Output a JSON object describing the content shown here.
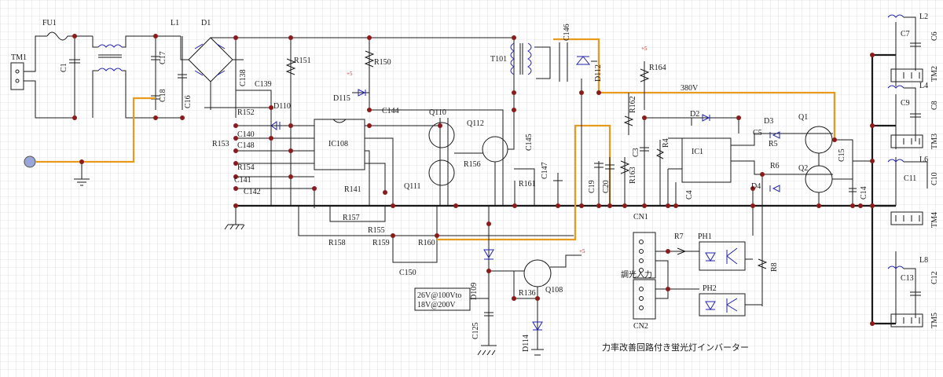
{
  "diagram": {
    "title": "力率改善回路付き蛍光灯インバーター",
    "note_lines": [
      "26V@100Vto",
      "18V@200V"
    ],
    "rail_label": "380V",
    "supply_markers": [
      "+5",
      "+5",
      "+5"
    ],
    "labels": {
      "TM1": "TM1",
      "FU1": "FU1",
      "C1": "C1",
      "L1": "L1",
      "D1": "D1",
      "C17": "C17",
      "C18": "C18",
      "C16": "C16",
      "C138": "C138",
      "C139": "C139",
      "R151": "R151",
      "R152": "R152",
      "D110": "D110",
      "R153": "R153",
      "C140": "C140",
      "C148": "C148",
      "R154": "R154",
      "C141": "C141",
      "C142": "C142",
      "IC108": "IC108",
      "R150": "R150",
      "D115": "D115",
      "C144": "C144",
      "Q110": "Q110",
      "Q112": "Q112",
      "Q111": "Q111",
      "R156": "R156",
      "C145": "C145",
      "R141": "R141",
      "R157": "R157",
      "R158": "R158",
      "R155": "R155",
      "R159": "R159",
      "R160": "R160",
      "C150": "C150",
      "T101": "T101",
      "C146": "C146",
      "D112": "D112",
      "C147": "C147",
      "R161": "R161",
      "C19": "C19",
      "C20": "C20",
      "R163": "R163",
      "R162": "R162",
      "R164": "R164",
      "D109": "D109",
      "R136": "R136",
      "Q108": "Q108",
      "C125": "C125",
      "D114": "D114",
      "C3": "C3",
      "R4": "R4",
      "IC1": "IC1",
      "C4": "C4",
      "D2": "D2",
      "D3": "D3",
      "R5": "R5",
      "C5": "C5",
      "Q1": "Q1",
      "R6": "R6",
      "D4": "D4",
      "Q2": "Q2",
      "C15": "C15",
      "C14": "C14",
      "CN1": "CN1",
      "R7": "R7",
      "PH1": "PH1",
      "PH2": "PH2",
      "R8": "R8",
      "CN2": "CN2",
      "dim_input": "調光入力",
      "L2": "L2",
      "C7": "C7",
      "C6": "C6",
      "TM2": "TM2",
      "L4": "L4",
      "C9": "C9",
      "C8": "C8",
      "TM3": "TM3",
      "L6": "L6",
      "C11": "C11",
      "C10": "C10",
      "TM4": "TM4",
      "L8": "L8",
      "C13": "C13",
      "C12": "C12",
      "TM5": "TM5"
    }
  }
}
